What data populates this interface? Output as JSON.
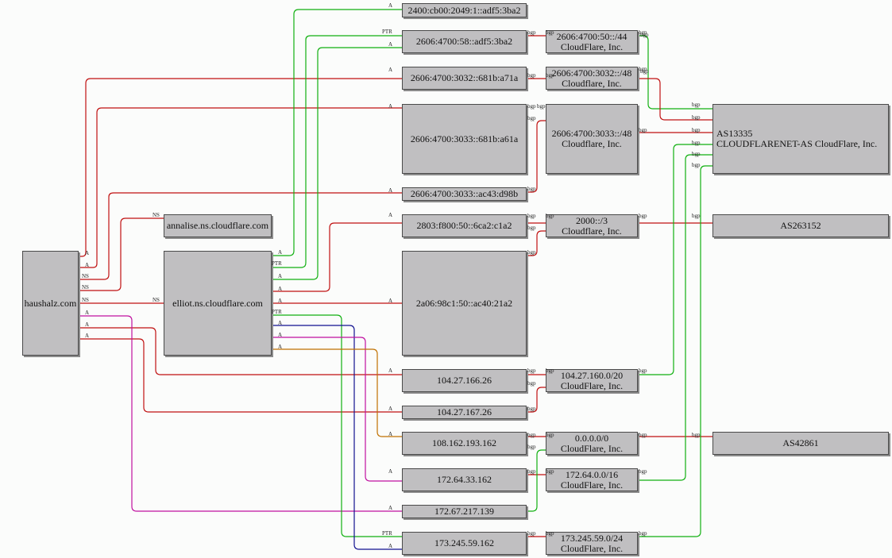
{
  "nodes": {
    "haushalz": "haushalz.com",
    "annalise": "annalise.ns.cloudflare.com",
    "elliot": "elliot.ns.cloudflare.com",
    "ip_2400": "2400:cb00:2049:1::adf5:3ba2",
    "ip_2606_58": "2606:4700:58::adf5:3ba2",
    "ip_3032": "2606:4700:3032::681b:a71a",
    "ip_3033_a61a": "2606:4700:3033::681b:a61a",
    "ip_3033_d98b": "2606:4700:3033::ac43:d98b",
    "ip_2803": "2803:f800:50::6ca2:c1a2",
    "ip_2a06": "2a06:98c1:50::ac40:21a2",
    "ip_104_166": "104.27.166.26",
    "ip_104_167": "104.27.167.26",
    "ip_108": "108.162.193.162",
    "ip_172_64": "172.64.33.162",
    "ip_172_67": "172.67.217.139",
    "ip_173": "173.245.59.162",
    "pfx_50_44": [
      "2606:4700:50::/44",
      "CloudFlare, Inc."
    ],
    "pfx_3032_48": [
      "2606:4700:3032::/48",
      "Cloudflare, Inc."
    ],
    "pfx_3033_48": [
      "2606:4700:3033::/48",
      "Cloudflare, Inc."
    ],
    "pfx_2000_3": [
      "2000::/3",
      "Cloudflare, Inc."
    ],
    "pfx_104_20": [
      "104.27.160.0/20",
      "CloudFlare, Inc."
    ],
    "pfx_0_0": [
      "0.0.0.0/0",
      "CloudFlare, Inc."
    ],
    "pfx_172_16": [
      "172.64.0.0/16",
      "CloudFlare, Inc."
    ],
    "pfx_173_24": [
      "173.245.59.0/24",
      "CloudFlare, Inc."
    ],
    "as13335": [
      "AS13335",
      "CLOUDFLARENET-AS CloudFlare, Inc."
    ],
    "as263152": "AS263152",
    "as42861": "AS42861"
  },
  "edge_labels": {
    "a": "A",
    "ns": "NS",
    "ptr": "PTR",
    "bgp": "bgp"
  },
  "colors": {
    "a_record": "#c01010",
    "ptr_record": "#10b010",
    "bgp_green": "#10b010",
    "bgp_red": "#c01010",
    "magenta": "#c010a0",
    "orange": "#c07000",
    "navy": "#101090",
    "node_fill": "#c0bfc1",
    "background": "#fbfcfb"
  }
}
